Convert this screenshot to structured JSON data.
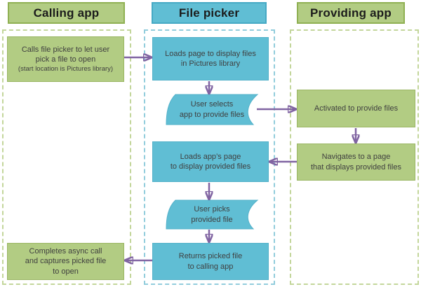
{
  "columns": [
    {
      "id": "calling-app",
      "title": "Calling app"
    },
    {
      "id": "file-picker",
      "title": "File picker"
    },
    {
      "id": "providing-app",
      "title": "Providing app"
    }
  ],
  "nodes": {
    "calling_start": {
      "text": "Calls file picker  to let user\npick a file to open",
      "note": "(start location  is Pictures library)"
    },
    "loads_page": "Loads page to display files\nin Pictures library",
    "user_selects": "User selects\napp to provide files",
    "activated": "Activated to provide files",
    "navigates": "Navigates to a page\nthat displays provided files",
    "loads_app_page": "Loads app’s page\nto display provided files",
    "user_picks": "User picks\nprovided file",
    "returns_file": "Returns picked file\nto calling app",
    "completes": "Completes async call\nand captures picked file\nto open"
  },
  "edges": [
    {
      "from": "calling_start",
      "to": "loads_page"
    },
    {
      "from": "loads_page",
      "to": "user_selects"
    },
    {
      "from": "user_selects",
      "to": "activated"
    },
    {
      "from": "activated",
      "to": "navigates"
    },
    {
      "from": "navigates",
      "to": "loads_app_page"
    },
    {
      "from": "loads_app_page",
      "to": "user_picks"
    },
    {
      "from": "user_picks",
      "to": "returns_file"
    },
    {
      "from": "returns_file",
      "to": "completes"
    }
  ],
  "colors": {
    "green_fill": "#b2cc83",
    "green_border": "#9ab664",
    "blue_fill": "#60bed4",
    "blue_border": "#52b0c9",
    "lane_green_dash": "#c3d69b",
    "lane_blue_dash": "#92cddc",
    "arrow_purple": "#8064a2",
    "text": "#3f3f3f"
  }
}
